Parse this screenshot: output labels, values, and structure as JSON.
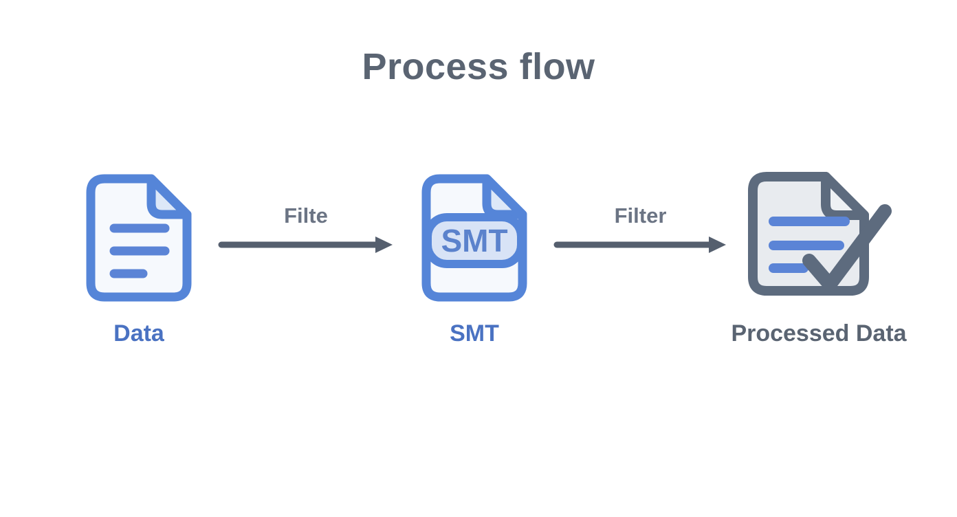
{
  "title": "Process flow",
  "colors": {
    "background": "#ffffff",
    "slate_text": "#5a6472",
    "blue_text": "#4a72c2",
    "blue_accent": "#5585d8",
    "blue_line": "#5b84d6",
    "doc_fill_blue": "#f6f9fd",
    "doc_fold_blue": "#dde8f8",
    "doc_fill_gray": "#e8ebef",
    "doc_fold_gray": "#eef1f4",
    "slate_stroke": "#5d6b7e",
    "badge_fill": "#d8e3f6",
    "badge_text_color": "#5b82cc",
    "arrow_color": "#555f6e",
    "edge_label_color": "#6b7484"
  },
  "nodes": [
    {
      "id": "data",
      "label": "Data",
      "icon": "document-icon"
    },
    {
      "id": "smt",
      "label": "SMT",
      "badge_text": "SMT",
      "icon": "smt-document-icon"
    },
    {
      "id": "processed-data",
      "label": "Processed Data",
      "icon": "document-check-icon"
    }
  ],
  "edges": [
    {
      "from": "data",
      "to": "smt",
      "label": "Filte"
    },
    {
      "from": "smt",
      "to": "processed-data",
      "label": "Filter"
    }
  ]
}
